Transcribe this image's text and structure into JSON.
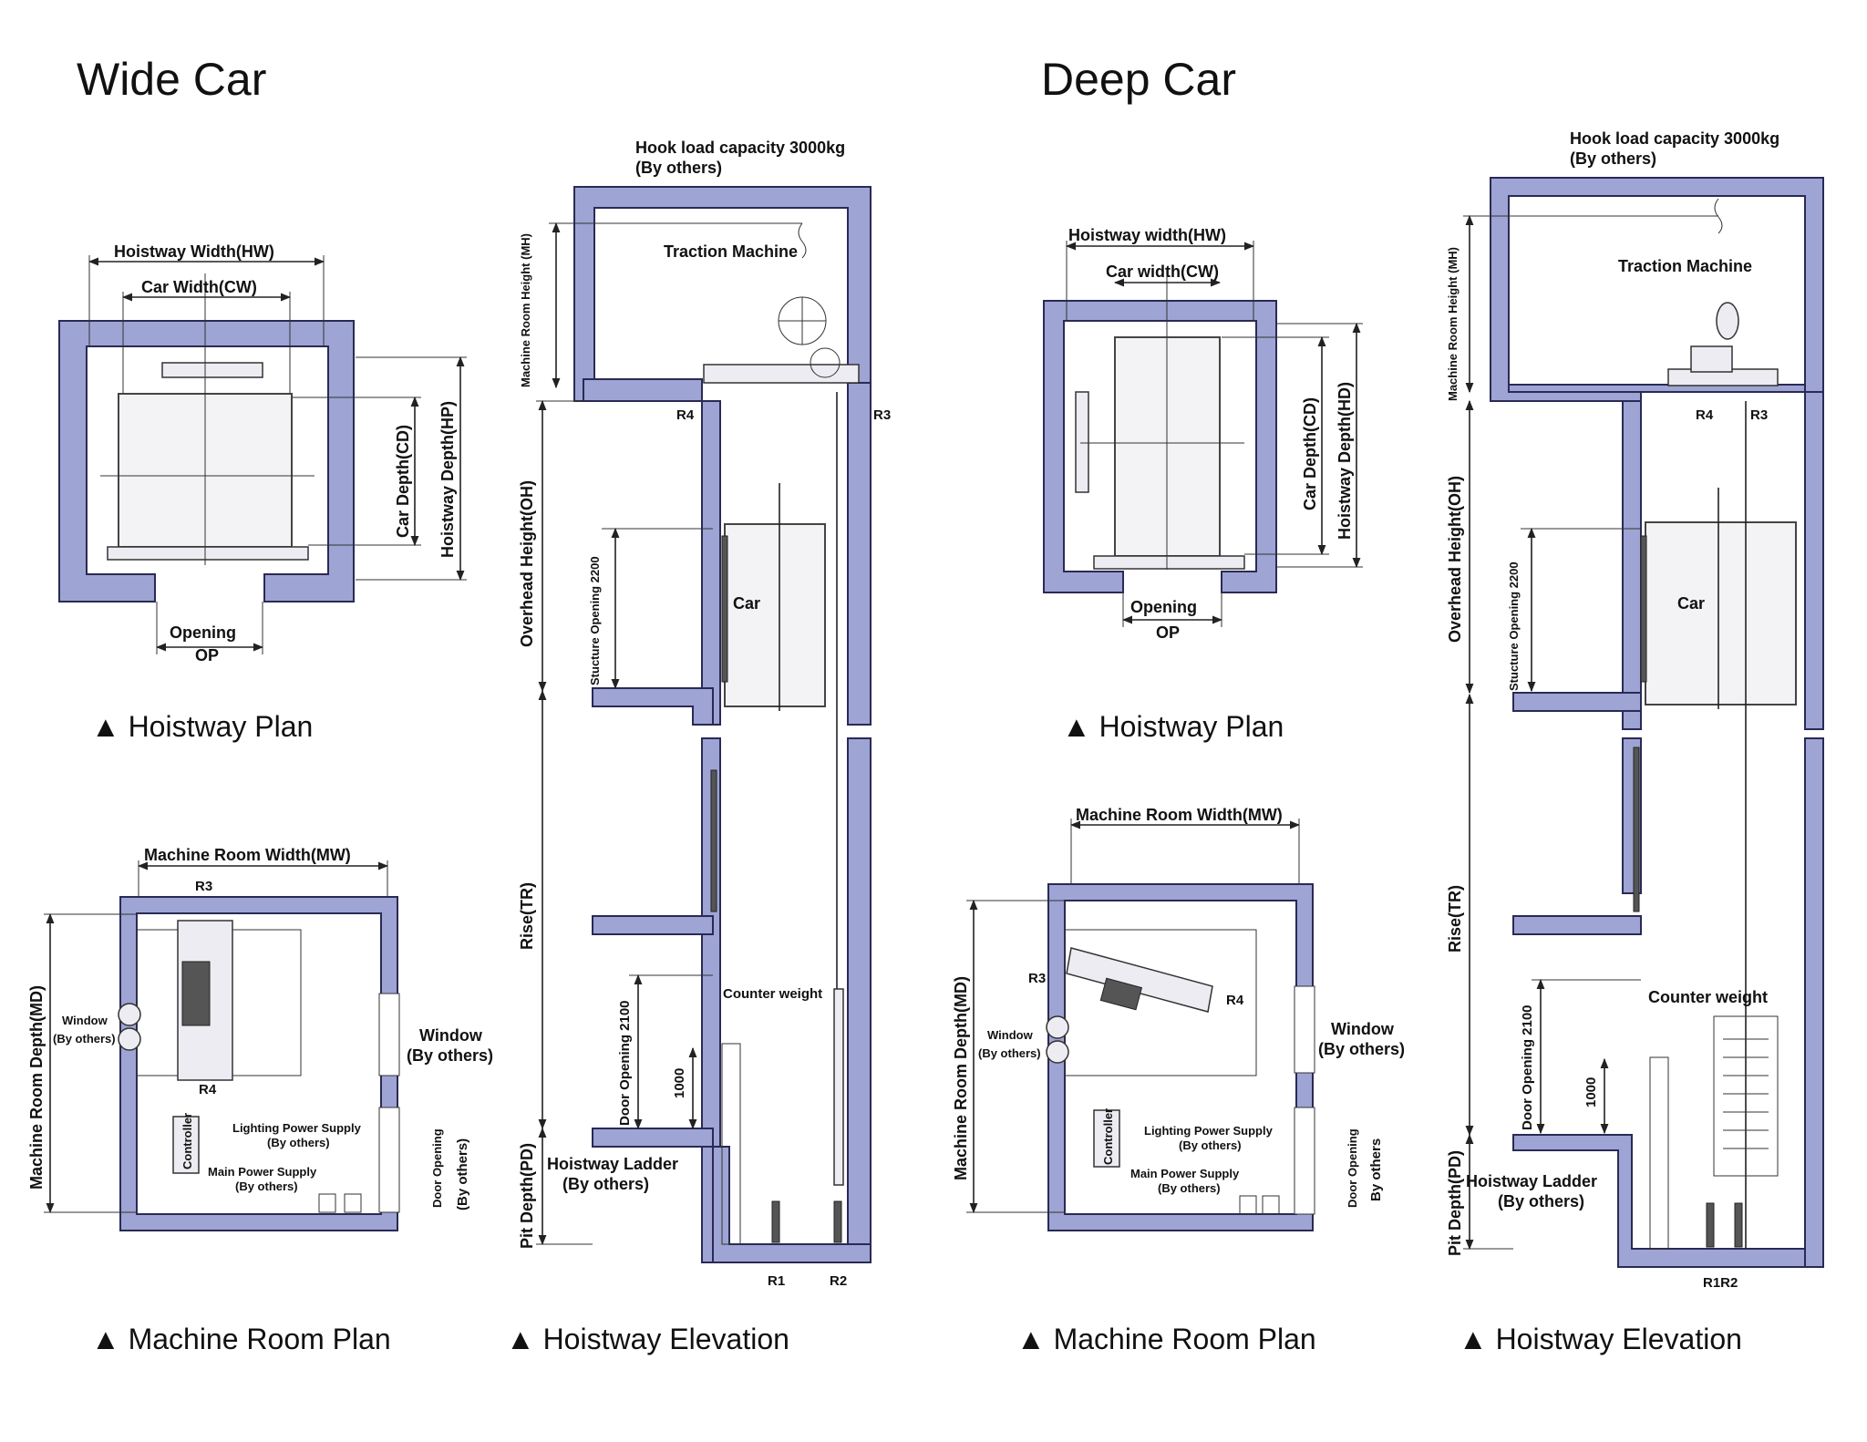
{
  "titles": {
    "wide": "Wide Car",
    "deep": "Deep Car"
  },
  "captions": {
    "wide_plan": "▲ Hoistway Plan",
    "wide_mr": "▲ Machine Room Plan",
    "wide_elev": "▲ Hoistway Elevation",
    "deep_plan": "▲ Hoistway Plan",
    "deep_mr": "▲ Machine Room Plan",
    "deep_elev": "▲ Hoistway Elevation"
  },
  "wide_plan": {
    "hw": "Hoistway Width(HW)",
    "cw": "Car Width(CW)",
    "cd": "Car Depth(CD)",
    "hd": "Hoistway Depth(HP)",
    "opening": "Opening",
    "op": "OP"
  },
  "deep_plan": {
    "hw": "Hoistway width(HW)",
    "cw": "Car width(CW)",
    "cd": "Car Depth(CD)",
    "hd": "Hoistway Depth(HD)",
    "opening": "Opening",
    "op": "OP"
  },
  "wide_mr": {
    "mw": "Machine Room Width(MW)",
    "md": "Machine Room Depth(MD)",
    "r3": "R3",
    "r4": "R4",
    "window_l1": "Window",
    "window_l2": "(By others)",
    "window_r1": "Window",
    "window_r2": "(By others)",
    "controller": "Controller",
    "lighting1": "Lighting Power Supply",
    "lighting2": "(By others)",
    "main1": "Main Power Supply",
    "main2": "(By others)",
    "door1": "Door Opening",
    "door2": "(By others)"
  },
  "deep_mr": {
    "mw": "Machine Room Width(MW)",
    "md": "Machine Room Depth(MD)",
    "r3": "R3",
    "r4": "R4",
    "window_l1": "Window",
    "window_l2": "(By others)",
    "window_r1": "Window",
    "window_r2": "(By others)",
    "controller": "Controller",
    "lighting1": "Lighting Power Supply",
    "lighting2": "(By others)",
    "main1": "Main Power Supply",
    "main2": "(By others)",
    "door1": "Door Opening",
    "door2": "By others"
  },
  "wide_elev": {
    "hook1": "Hook load capacity 3000kg",
    "hook2": "(By others)",
    "traction": "Traction Machine",
    "mh": "Machine Room Height (MH)",
    "oh": "Overhead Height(OH)",
    "so": "Stucture Opening 2200",
    "car": "Car",
    "rise": "Rise(TR)",
    "cw": "Counter weight",
    "door": "Door Opening 2100",
    "dim1000": "1000",
    "ladder1": "Hoistway Ladder",
    "ladder2": "(By others)",
    "pd": "Pit Depth(PD)",
    "r1": "R1",
    "r2": "R2",
    "r3": "R3",
    "r4": "R4"
  },
  "deep_elev": {
    "hook1": "Hook load capacity 3000kg",
    "hook2": "(By others)",
    "traction": "Traction Machine",
    "mh": "Machine Room Height (MH)",
    "oh": "Overhead Height(OH)",
    "so": "Stucture Opening 2200",
    "car": "Car",
    "rise": "Rise(TR)",
    "cw": "Counter weight",
    "door": "Door Opening 2100",
    "dim1000": "1000",
    "ladder1": "Hoistway Ladder",
    "ladder2": "(By others)",
    "pd": "Pit Depth(PD)",
    "r1r2": "R1R2",
    "r3": "R3",
    "r4": "R4"
  }
}
